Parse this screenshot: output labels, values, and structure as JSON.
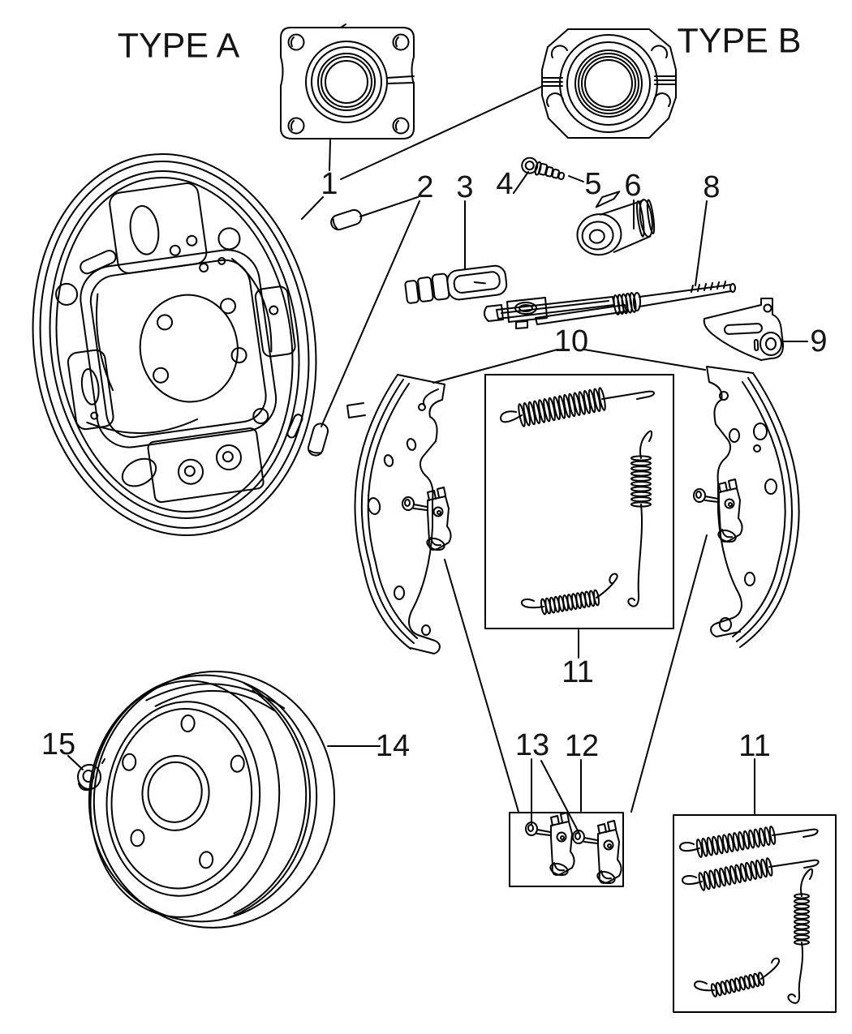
{
  "colors": {
    "background": "#ffffff",
    "line": "#000000",
    "label_text": "#141414"
  },
  "titles": {
    "type_a": "TYPE A",
    "type_b": "TYPE B"
  },
  "callouts": {
    "c1": "1",
    "c2": "2",
    "c3": "3",
    "c4": "4",
    "c5": "5",
    "c6": "6",
    "c8": "8",
    "c9": "9",
    "c10": "10",
    "c11_middle": "11",
    "c11_bottom": "11",
    "c12": "12",
    "c13": "13",
    "c14": "14",
    "c15": "15"
  }
}
